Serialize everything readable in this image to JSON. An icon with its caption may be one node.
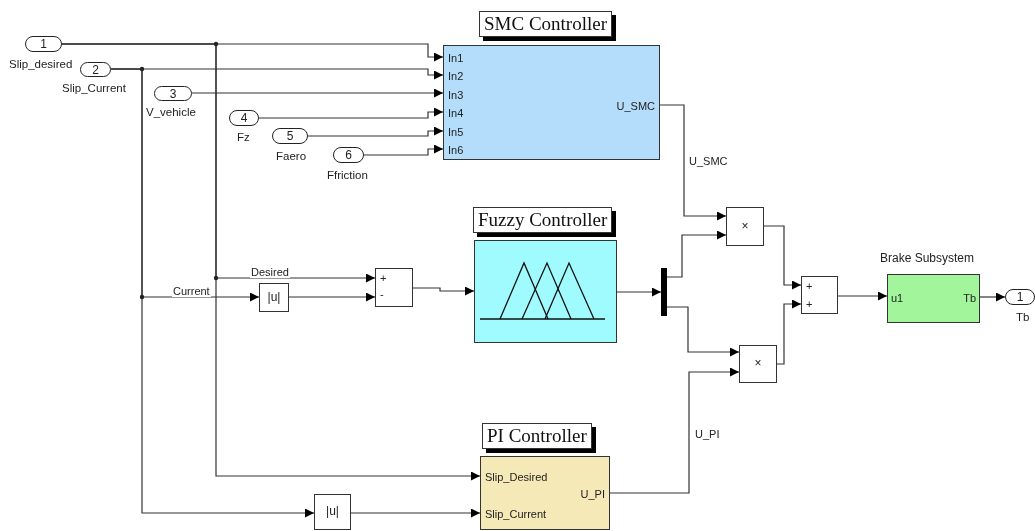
{
  "diagram": {
    "nodes": [
      {
        "text": [
          "1"
        ],
        "beside": [
          "Slip_desired"
        ]
      },
      {
        "text": [
          "2"
        ],
        "beside": [
          "Slip_Current"
        ]
      },
      {
        "text": [
          "3"
        ],
        "beside": [
          "V_vehicle"
        ]
      },
      {
        "text": [
          "4"
        ],
        "beside": [
          "Fz"
        ]
      },
      {
        "text": [
          "5"
        ],
        "beside": [
          "Faero"
        ]
      },
      {
        "text": [
          "6"
        ],
        "beside": [
          "Ffriction"
        ]
      },
      {
        "text": [
          "SMC Controller",
          "In1",
          "In2",
          "In3",
          "In4",
          "In5",
          "In6",
          "U_SMC"
        ]
      },
      {
        "text": [
          "|u|"
        ]
      },
      {
        "text": [
          "+",
          "-"
        ]
      },
      {
        "text": [
          "Fuzzy Controller"
        ]
      },
      {
        "text": [],
        "shape": "bar"
      },
      {
        "text": [
          "×"
        ]
      },
      {
        "text": [
          "×"
        ]
      },
      {
        "text": [
          "+",
          "+"
        ]
      },
      {
        "text": [
          "Brake Subsystem",
          "u1",
          "Tb"
        ]
      },
      {
        "text": [
          "1"
        ],
        "beside": [
          "Tb"
        ]
      },
      {
        "text": [
          "PI Controller",
          "Slip_Desired",
          "Slip_Current",
          "U_PI"
        ]
      },
      {
        "text": [
          "|u|"
        ]
      }
    ],
    "edges": [
      {
        "from": 0,
        "to": 6,
        "arrow": "to"
      },
      {
        "from": 1,
        "to": 6,
        "arrow": "to"
      },
      {
        "from": 2,
        "to": 6,
        "arrow": "to"
      },
      {
        "from": 3,
        "to": 6,
        "arrow": "to"
      },
      {
        "from": 4,
        "to": 6,
        "arrow": "to"
      },
      {
        "from": 5,
        "to": 6,
        "arrow": "to"
      },
      {
        "from": 0,
        "to": 8,
        "arrow": "to",
        "label": "Desired"
      },
      {
        "from": 0,
        "to": 16,
        "arrow": "to"
      },
      {
        "from": 1,
        "to": 7,
        "arrow": "to",
        "label": "Current"
      },
      {
        "from": 1,
        "to": 17,
        "arrow": "to"
      },
      {
        "from": 7,
        "to": 8,
        "arrow": "to"
      },
      {
        "from": 8,
        "to": 9,
        "arrow": "to"
      },
      {
        "from": 9,
        "to": 10,
        "arrow": "to"
      },
      {
        "from": 10,
        "to": 11,
        "arrow": "to"
      },
      {
        "from": 10,
        "to": 12,
        "arrow": "to"
      },
      {
        "from": 6,
        "to": 11,
        "arrow": "to",
        "label": "U_SMC"
      },
      {
        "from": 16,
        "to": 12,
        "arrow": "to",
        "label": "U_PI"
      },
      {
        "from": 11,
        "to": 13,
        "arrow": "to"
      },
      {
        "from": 12,
        "to": 13,
        "arrow": "to"
      },
      {
        "from": 13,
        "to": 14,
        "arrow": "to"
      },
      {
        "from": 14,
        "to": 15,
        "arrow": "to"
      },
      {
        "from": 17,
        "to": 16,
        "arrow": "to"
      }
    ]
  }
}
